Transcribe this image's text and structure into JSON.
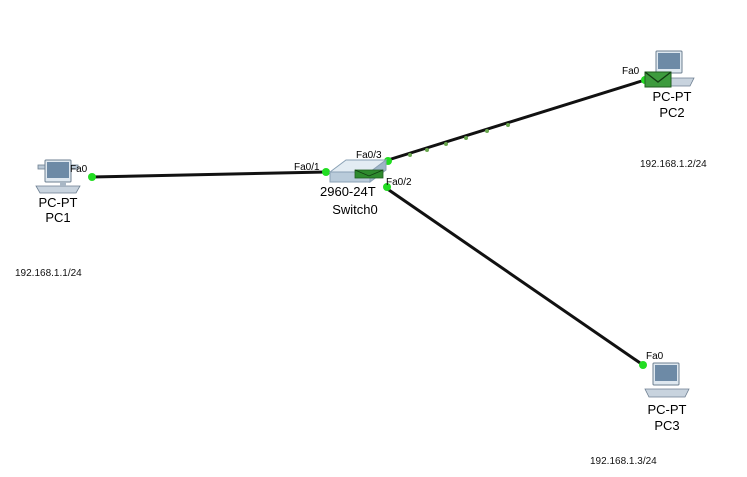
{
  "topology": {
    "devices": [
      {
        "id": "pc1",
        "model": "PC-PT",
        "name": "PC1",
        "ip_note": "192.168.1.1/24"
      },
      {
        "id": "pc2",
        "model": "PC-PT",
        "name": "PC2",
        "ip_note": "192.168.1.2/24"
      },
      {
        "id": "pc3",
        "model": "PC-PT",
        "name": "PC3",
        "ip_note": "192.168.1.3/24"
      },
      {
        "id": "switch0",
        "model": "2960-24T",
        "name": "Switch0"
      }
    ],
    "links": [
      {
        "from": "PC1",
        "from_port": "Fa0",
        "to": "Switch0",
        "to_port": "Fa0/1",
        "status": "up"
      },
      {
        "from": "PC2",
        "from_port": "Fa0",
        "to": "Switch0",
        "to_port": "Fa0/3",
        "status": "up"
      },
      {
        "from": "PC3",
        "from_port": "Fa0",
        "to": "Switch0",
        "to_port": "Fa0/2",
        "status": "up"
      }
    ],
    "status_colors": {
      "link_up": "#22dd22",
      "cable": "#111111",
      "pdu": "#2e8b2e"
    }
  }
}
